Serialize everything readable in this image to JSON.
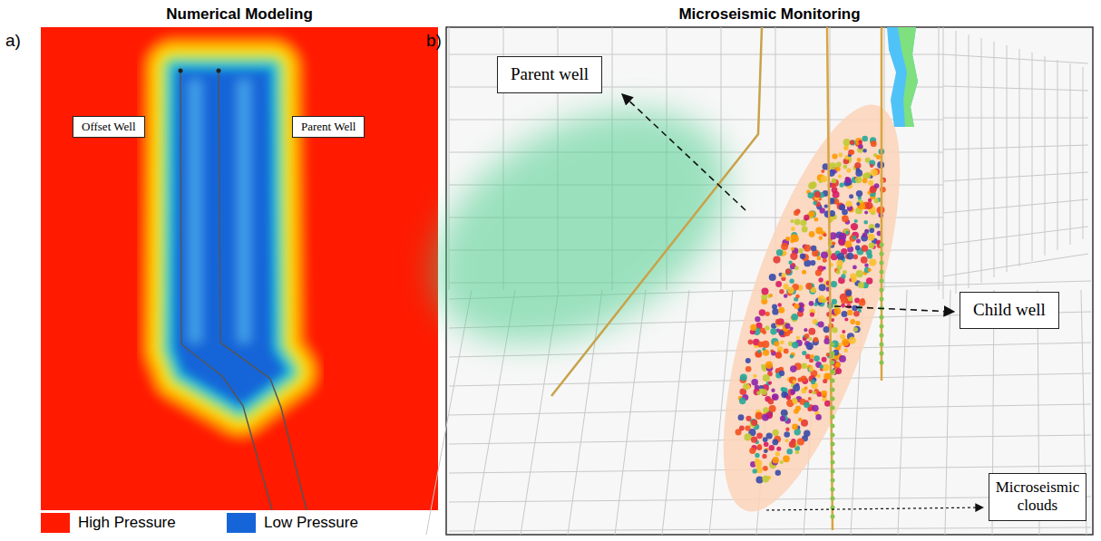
{
  "diagram": {
    "nodes": [
      {
        "text": [
          "Offset Well"
        ]
      },
      {
        "text": [
          "Parent Well"
        ]
      },
      {
        "text": [
          "Parent well"
        ]
      },
      {
        "text": [
          "Child well"
        ]
      },
      {
        "text": [
          "Microseismic clouds"
        ]
      }
    ],
    "labels": [
      "Numerical Modeling",
      "Microseismic Monitoring",
      "a)",
      "b)"
    ],
    "legend": [
      {
        "text": "High Pressure",
        "color": "#ff1a00"
      },
      {
        "text": "Low Pressure",
        "color": "#1565d8"
      }
    ]
  }
}
